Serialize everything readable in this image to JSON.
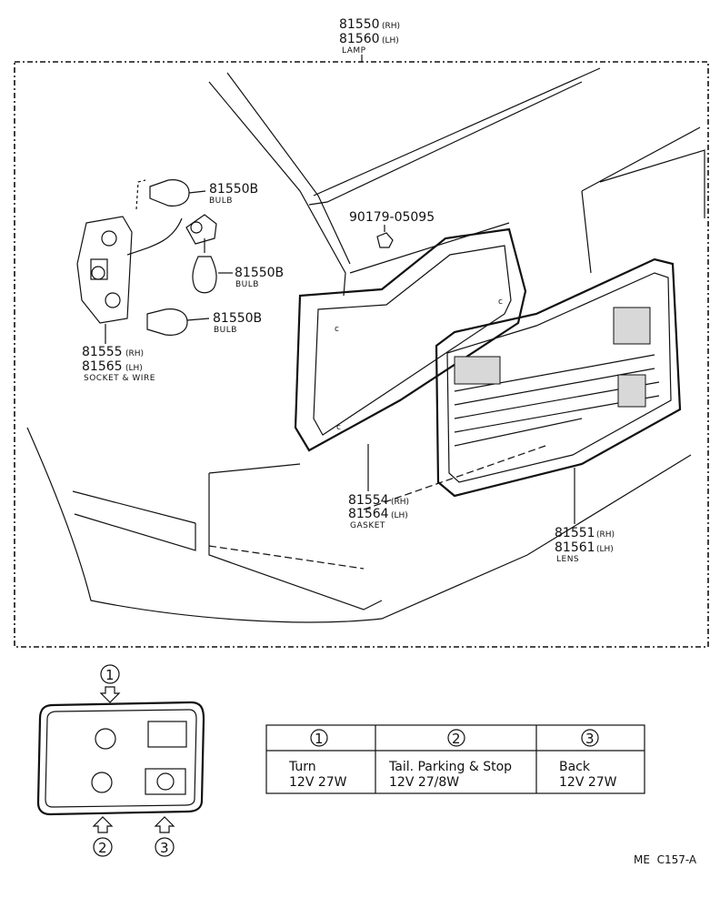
{
  "lamp": {
    "pn_rh": "81550",
    "rh": "(RH)",
    "pn_lh": "81560",
    "lh": "(LH)",
    "caption": "LAMP"
  },
  "bulb_top": {
    "pn": "81550B",
    "caption": "BULB"
  },
  "bulb_mid": {
    "pn": "81550B",
    "caption": "BULB"
  },
  "bulb_low": {
    "pn": "81550B",
    "caption": "BULB"
  },
  "nut": {
    "pn": "90179-05095"
  },
  "socket": {
    "pn_rh": "81555",
    "rh": "(RH)",
    "pn_lh": "81565",
    "lh": "(LH)",
    "caption": "SOCKET & WIRE"
  },
  "gasket": {
    "pn_rh": "81554",
    "rh": "(RH)",
    "pn_lh": "81564",
    "lh": "(LH)",
    "caption": "GASKET"
  },
  "lens": {
    "pn_rh": "81551",
    "rh": "(RH)",
    "pn_lh": "81561",
    "lh": "(LH)",
    "caption": "LENS"
  },
  "markers": {
    "m1": "1",
    "m2": "2",
    "m3": "3"
  },
  "table": {
    "headers": [
      "1",
      "2",
      "3"
    ],
    "rows": [
      {
        "name": "Turn",
        "spec": "12V 27W"
      },
      {
        "name": "Tail. Parking & Stop",
        "spec": "12V 27/8W"
      },
      {
        "name": "Back",
        "spec": "12V 27W"
      }
    ]
  },
  "reference": "ME  C157-A"
}
